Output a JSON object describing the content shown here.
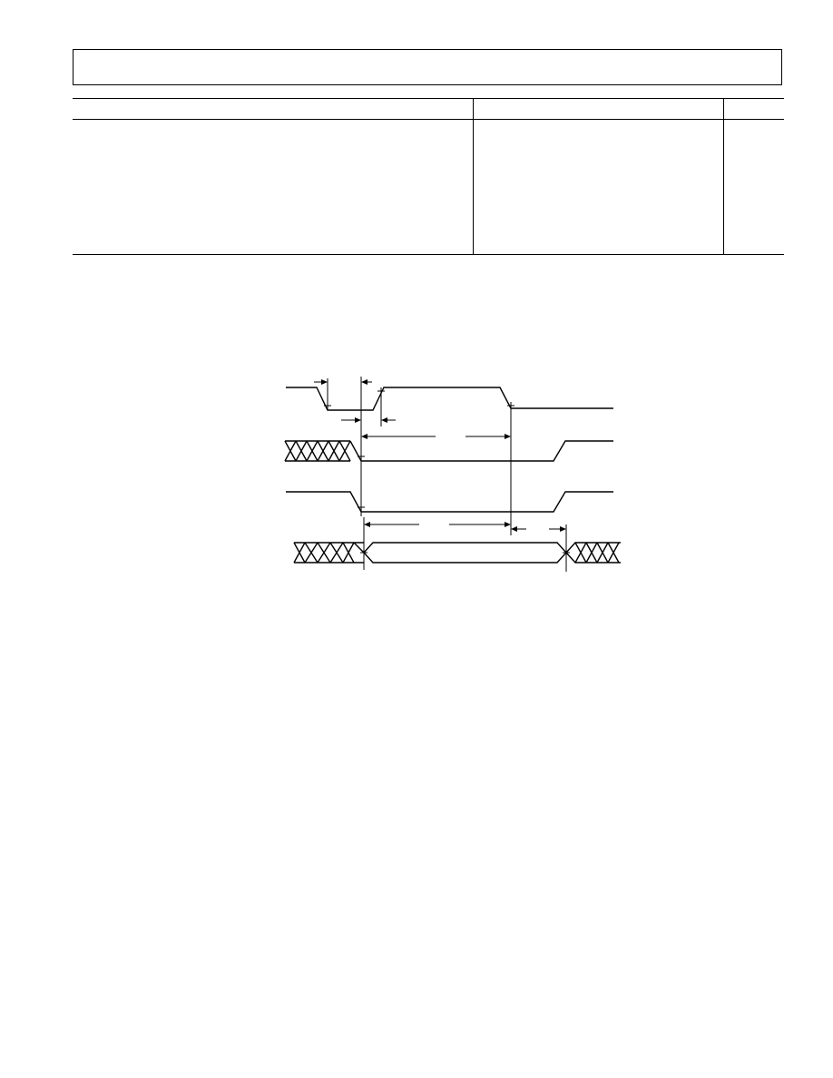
{
  "document": {
    "title_box": {
      "text": ""
    },
    "spec_table": {
      "columns": [
        "",
        "",
        ""
      ],
      "rows": []
    },
    "timing_diagram": {
      "signals": [
        {
          "id": "signal-1",
          "label": ""
        },
        {
          "id": "signal-2",
          "label": ""
        },
        {
          "id": "signal-3",
          "label": ""
        },
        {
          "id": "signal-4",
          "label": ""
        }
      ],
      "timing_parameters": []
    }
  }
}
